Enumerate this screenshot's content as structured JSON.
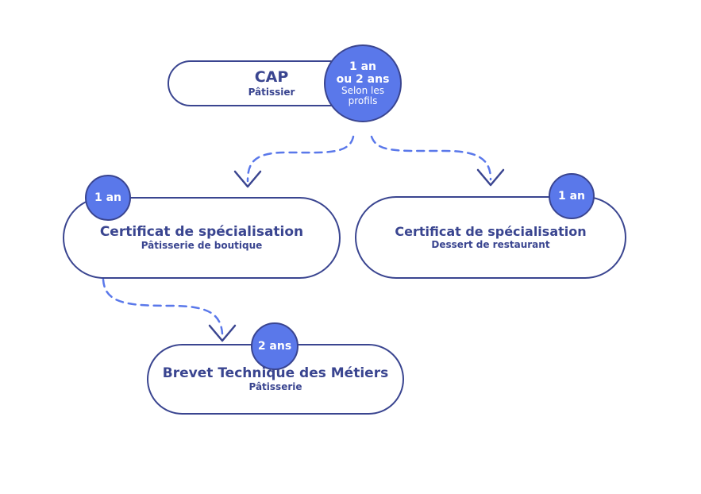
{
  "colors": {
    "outline": "#3a4590",
    "badge_fill": "#5a78ea",
    "connector": "#5a78ea",
    "text": "#3a4590",
    "badge_text": "#ffffff"
  },
  "cap": {
    "title": "CAP",
    "subtitle": "Pâtissier",
    "badge_line1": "1 an",
    "badge_line2": "ou 2 ans",
    "badge_note1": "Selon les",
    "badge_note2": "profils"
  },
  "cs_boutique": {
    "title": "Certificat de spécialisation",
    "subtitle": "Pâtisserie de boutique",
    "badge": "1 an"
  },
  "cs_restaurant": {
    "title": "Certificat de spécialisation",
    "subtitle": "Dessert de restaurant",
    "badge": "1 an"
  },
  "btm": {
    "title": "Brevet Technique des Métiers",
    "subtitle": "Pâtisserie",
    "badge": "2 ans"
  }
}
